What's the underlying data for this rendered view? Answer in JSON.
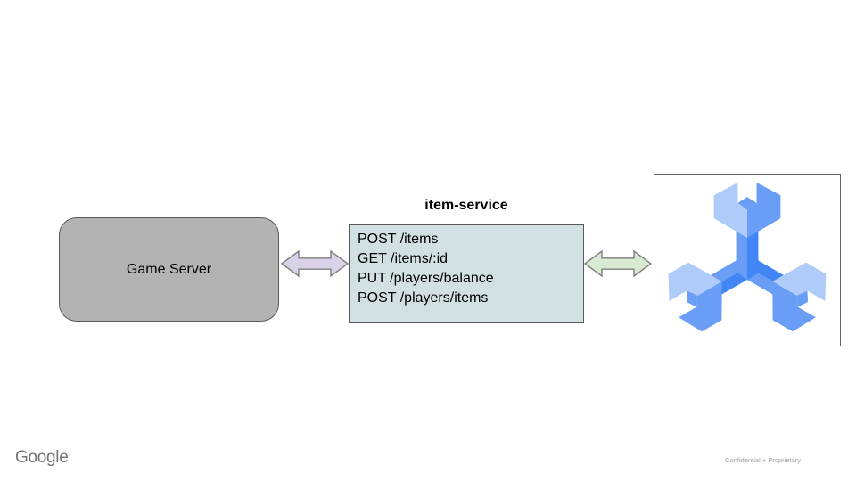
{
  "slide": {
    "game_server": {
      "label": "Game Server"
    },
    "item_service": {
      "title": "item-service",
      "endpoints": [
        "POST /items",
        "GET /items/:id",
        "PUT /players/balance",
        "POST /players/items"
      ]
    },
    "spanner_icon": "cloud-spanner-logo",
    "footer": {
      "brand": "Google",
      "note": "Confidential + Proprietary"
    }
  },
  "colors": {
    "game_server_fill": "#b3b3b3",
    "game_server_border": "#595959",
    "item_service_fill": "#d0e0e3",
    "item_service_border": "#595959",
    "arrow_left_fill": "#d9d2e9",
    "arrow_right_fill": "#d9ead3",
    "arrow_border": "#7f7f7f",
    "logo_box_border": "#666666",
    "spanner_light": "#aecbfa",
    "spanner_medium": "#699df6",
    "spanner_dark": "#4285f4",
    "brand_gray": "#747474",
    "note_gray": "#9e9e9e",
    "text_black": "#000000"
  }
}
